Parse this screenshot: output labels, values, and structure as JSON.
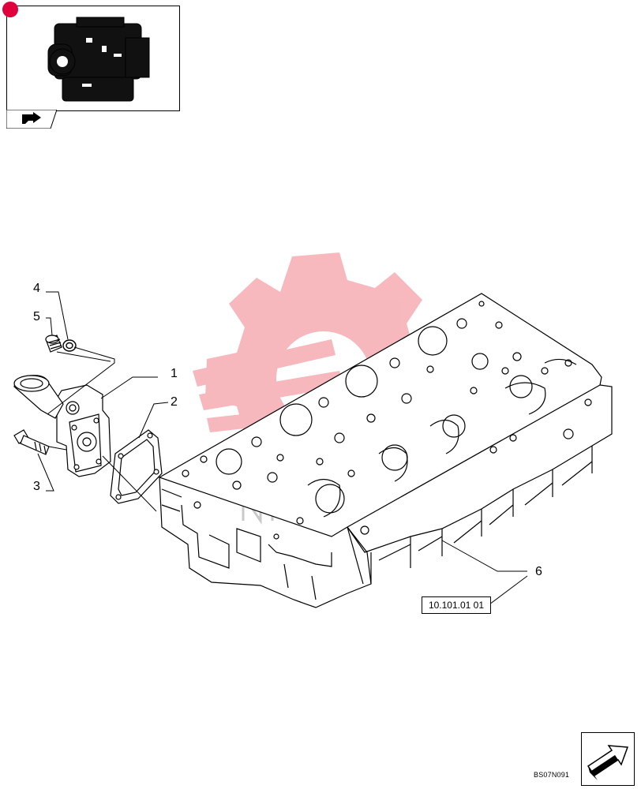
{
  "callouts": [
    {
      "id": "1",
      "label": "1"
    },
    {
      "id": "2",
      "label": "2"
    },
    {
      "id": "3",
      "label": "3"
    },
    {
      "id": "4",
      "label": "4"
    },
    {
      "id": "5",
      "label": "5"
    },
    {
      "id": "6",
      "label": "6"
    }
  ],
  "reference_box": {
    "label": "10.101.01 01"
  },
  "document_code": "BS07N091",
  "colors": {
    "accent_dot": "#e0003c",
    "watermark": "#f4a0a8",
    "line": "#000000"
  },
  "icons": {
    "thumbnail": "engine-thumbnail-icon",
    "back": "back-arrow-icon",
    "next": "next-page-arrow-icon"
  }
}
